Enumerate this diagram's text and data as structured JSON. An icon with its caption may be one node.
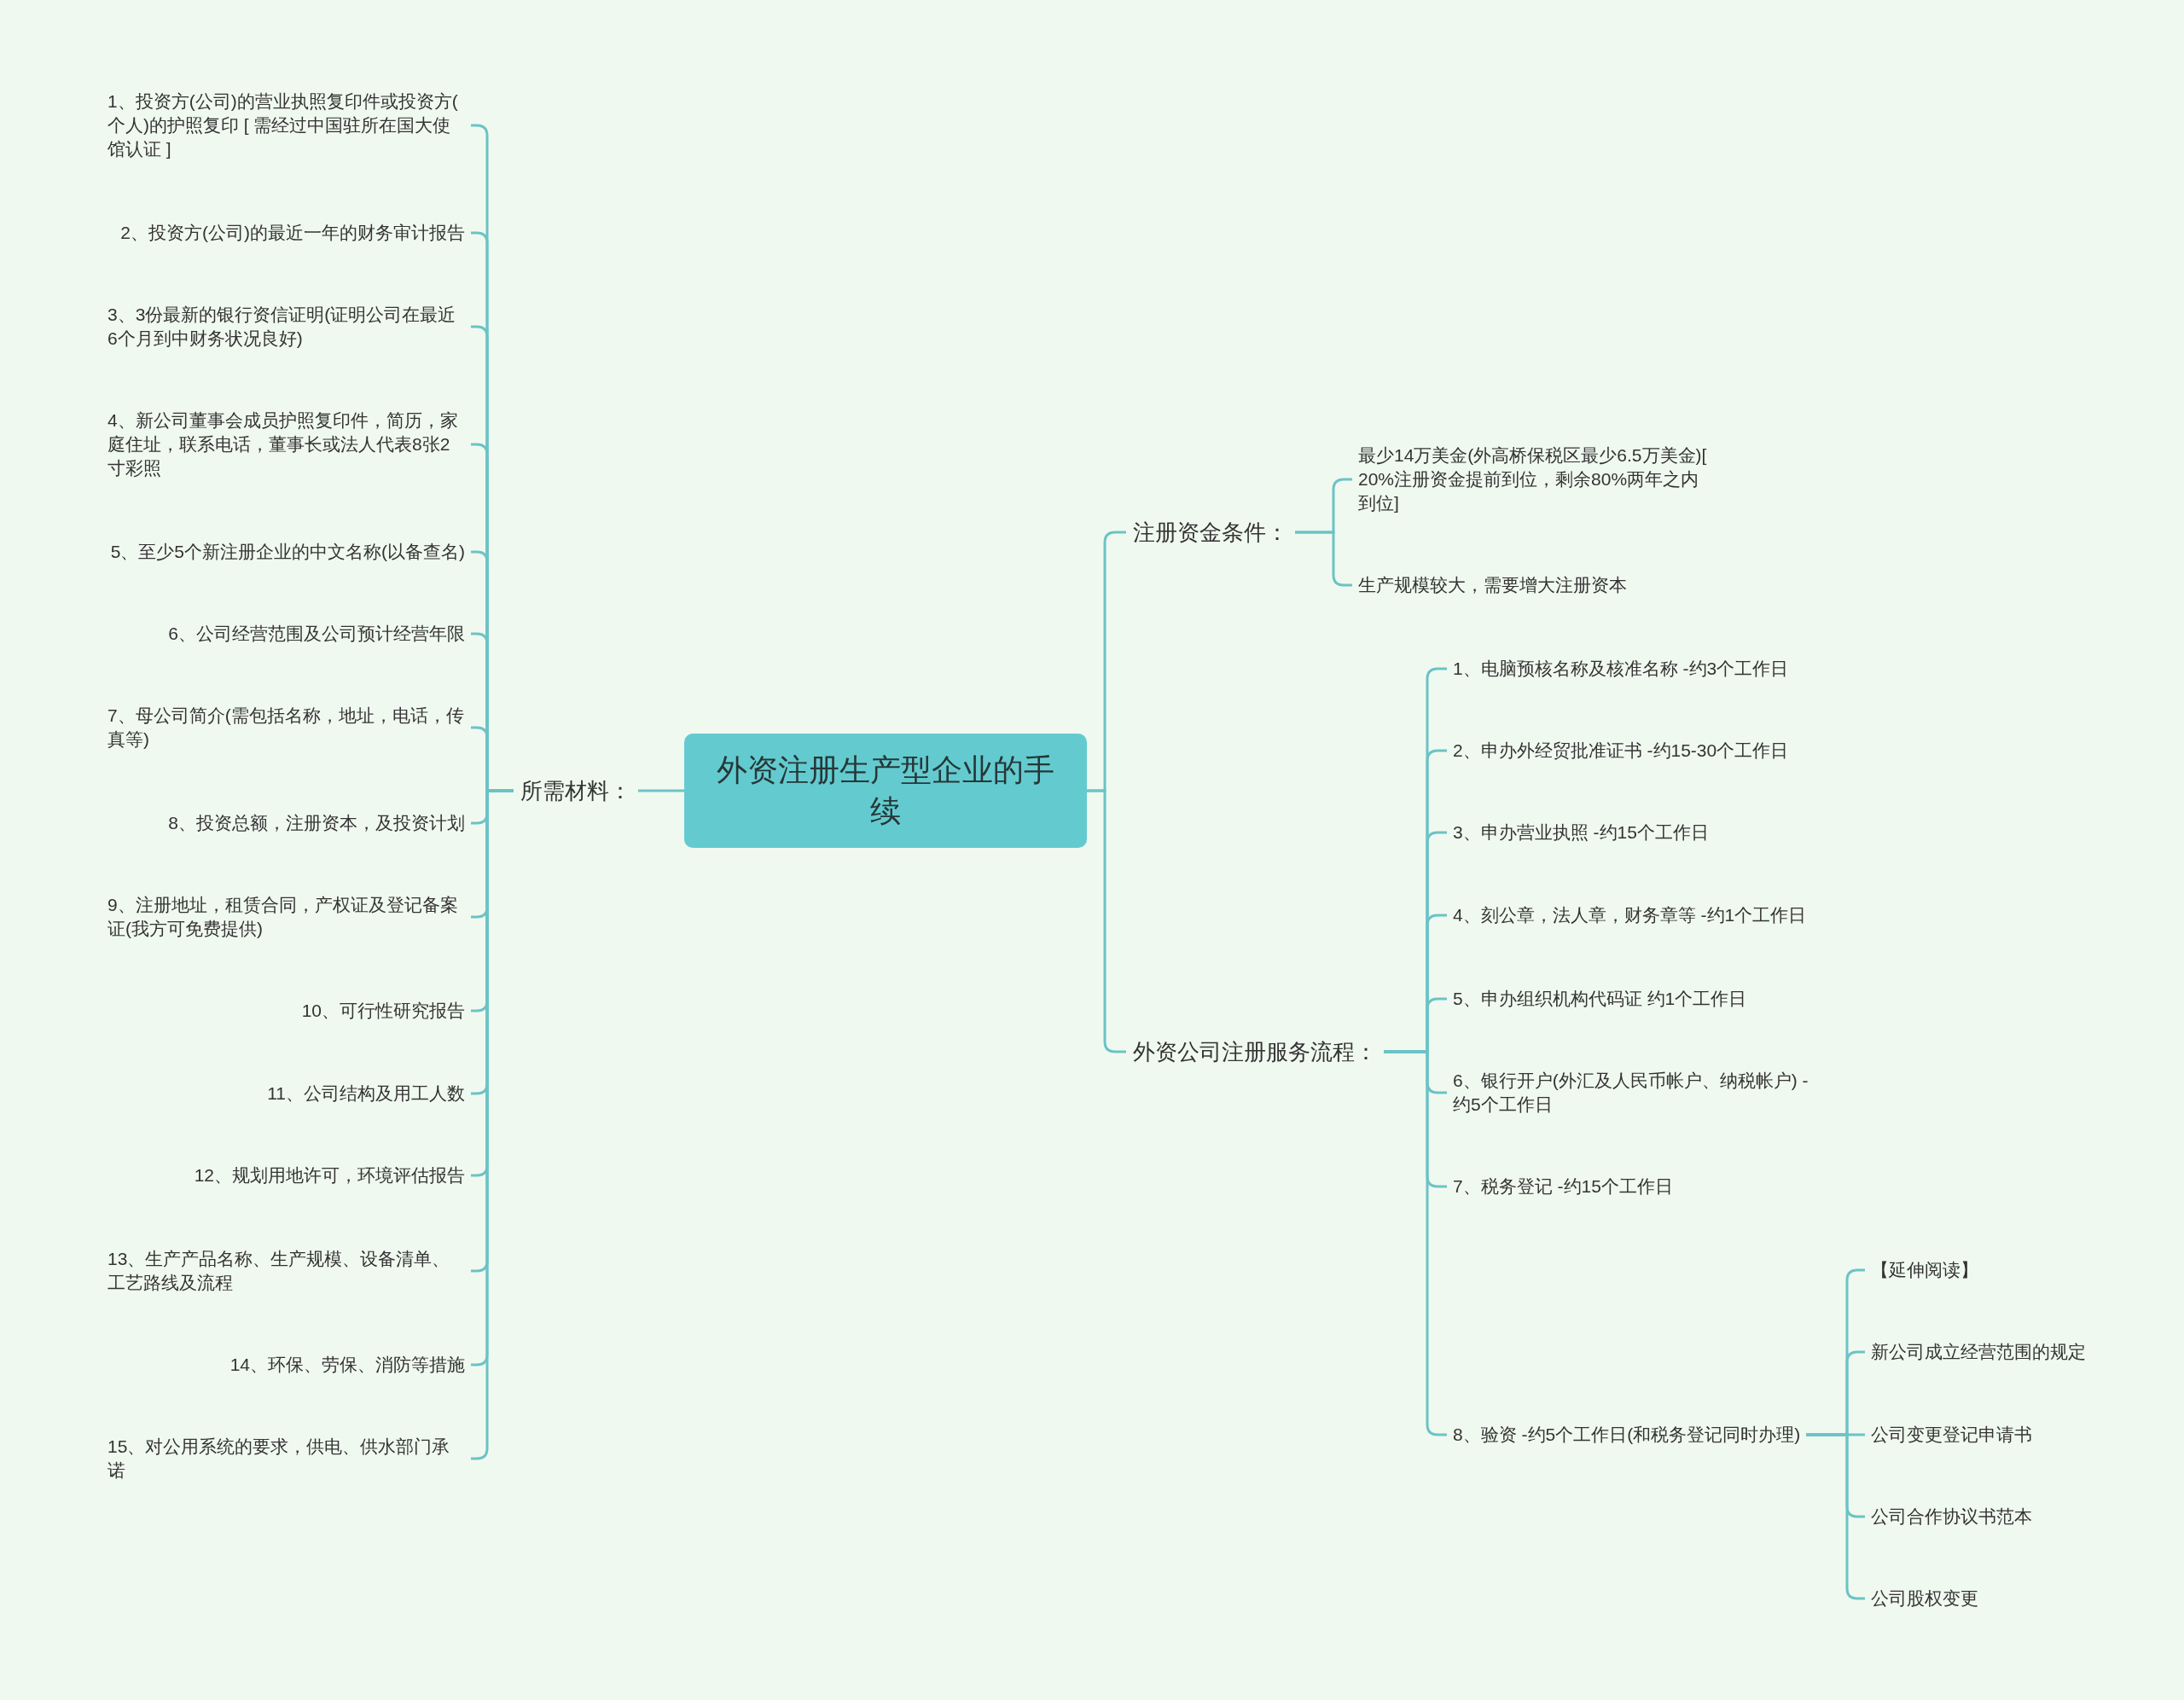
{
  "diagram": {
    "nodes": [
      {
        "text": [
          "外资注册生产型企业的手续"
        ]
      },
      {
        "text": [
          "所需材料："
        ]
      },
      {
        "text": [
          "1、投资方(公司)的营业执照复印件或投资方(个人)的护照复印 [ 需经过中国驻所在国大使馆认证 ]"
        ]
      },
      {
        "text": [
          "2、投资方(公司)的最近一年的财务审计报告"
        ]
      },
      {
        "text": [
          "3、3份最新的银行资信证明(证明公司在最近6个月到中财务状况良好)"
        ]
      },
      {
        "text": [
          "4、新公司董事会成员护照复印件，简历，家庭住址，联系电话，董事长或法人代表8张2寸彩照"
        ]
      },
      {
        "text": [
          "5、至少5个新注册企业的中文名称(以备查名)"
        ]
      },
      {
        "text": [
          "6、公司经营范围及公司预计经营年限"
        ]
      },
      {
        "text": [
          "7、母公司简介(需包括名称，地址，电话，传真等)"
        ]
      },
      {
        "text": [
          "8、投资总额，注册资本，及投资计划"
        ]
      },
      {
        "text": [
          "9、注册地址，租赁合同，产权证及登记备案证(我方可免费提供)"
        ]
      },
      {
        "text": [
          "10、可行性研究报告"
        ]
      },
      {
        "text": [
          "11、公司结构及用工人数"
        ]
      },
      {
        "text": [
          "12、规划用地许可，环境评估报告"
        ]
      },
      {
        "text": [
          "13、生产产品名称、生产规模、设备清单、工艺路线及流程"
        ]
      },
      {
        "text": [
          "14、环保、劳保、消防等措施"
        ]
      },
      {
        "text": [
          "15、对公用系统的要求，供电、供水部门承诺"
        ]
      },
      {
        "text": [
          "注册资金条件："
        ]
      },
      {
        "text": [
          "最少14万美金(外高桥保税区最少6.5万美金)[20%注册资金提前到位，剩余80%两年之内到位]"
        ]
      },
      {
        "text": [
          "生产规模较大，需要增大注册资本"
        ]
      },
      {
        "text": [
          "外资公司注册服务流程："
        ]
      },
      {
        "text": [
          "1、电脑预核名称及核准名称 -约3个工作日"
        ]
      },
      {
        "text": [
          "2、申办外经贸批准证书 -约15-30个工作日"
        ]
      },
      {
        "text": [
          "3、申办营业执照 -约15个工作日"
        ]
      },
      {
        "text": [
          "4、刻公章，法人章，财务章等 -约1个工作日"
        ]
      },
      {
        "text": [
          "5、申办组织机构代码证 约1个工作日"
        ]
      },
      {
        "text": [
          "6、银行开户(外汇及人民币帐户、纳税帐户) -约5个工作日"
        ]
      },
      {
        "text": [
          "7、税务登记 -约15个工作日"
        ]
      },
      {
        "text": [
          "8、验资 -约5个工作日(和税务登记同时办理)"
        ]
      },
      {
        "text": [
          "【延伸阅读】"
        ]
      },
      {
        "text": [
          "新公司成立经营范围的规定"
        ]
      },
      {
        "text": [
          "公司变更登记申请书"
        ]
      },
      {
        "text": [
          "公司合作协议书范本"
        ]
      },
      {
        "text": [
          "公司股权变更"
        ]
      }
    ],
    "edges": [
      {
        "from": 0,
        "to": 1,
        "arrow": "none"
      },
      {
        "from": 1,
        "to": 2,
        "arrow": "none"
      },
      {
        "from": 1,
        "to": 3,
        "arrow": "none"
      },
      {
        "from": 1,
        "to": 4,
        "arrow": "none"
      },
      {
        "from": 1,
        "to": 5,
        "arrow": "none"
      },
      {
        "from": 1,
        "to": 6,
        "arrow": "none"
      },
      {
        "from": 1,
        "to": 7,
        "arrow": "none"
      },
      {
        "from": 1,
        "to": 8,
        "arrow": "none"
      },
      {
        "from": 1,
        "to": 9,
        "arrow": "none"
      },
      {
        "from": 1,
        "to": 10,
        "arrow": "none"
      },
      {
        "from": 1,
        "to": 11,
        "arrow": "none"
      },
      {
        "from": 1,
        "to": 12,
        "arrow": "none"
      },
      {
        "from": 1,
        "to": 13,
        "arrow": "none"
      },
      {
        "from": 1,
        "to": 14,
        "arrow": "none"
      },
      {
        "from": 1,
        "to": 15,
        "arrow": "none"
      },
      {
        "from": 1,
        "to": 16,
        "arrow": "none"
      },
      {
        "from": 0,
        "to": 17,
        "arrow": "none"
      },
      {
        "from": 17,
        "to": 18,
        "arrow": "none"
      },
      {
        "from": 17,
        "to": 19,
        "arrow": "none"
      },
      {
        "from": 0,
        "to": 20,
        "arrow": "none"
      },
      {
        "from": 20,
        "to": 21,
        "arrow": "none"
      },
      {
        "from": 20,
        "to": 22,
        "arrow": "none"
      },
      {
        "from": 20,
        "to": 23,
        "arrow": "none"
      },
      {
        "from": 20,
        "to": 24,
        "arrow": "none"
      },
      {
        "from": 20,
        "to": 25,
        "arrow": "none"
      },
      {
        "from": 20,
        "to": 26,
        "arrow": "none"
      },
      {
        "from": 20,
        "to": 27,
        "arrow": "none"
      },
      {
        "from": 20,
        "to": 28,
        "arrow": "none"
      },
      {
        "from": 28,
        "to": 29,
        "arrow": "none"
      },
      {
        "from": 28,
        "to": 30,
        "arrow": "none"
      },
      {
        "from": 28,
        "to": 31,
        "arrow": "none"
      },
      {
        "from": 28,
        "to": 32,
        "arrow": "none"
      },
      {
        "from": 28,
        "to": 33,
        "arrow": "none"
      }
    ]
  }
}
